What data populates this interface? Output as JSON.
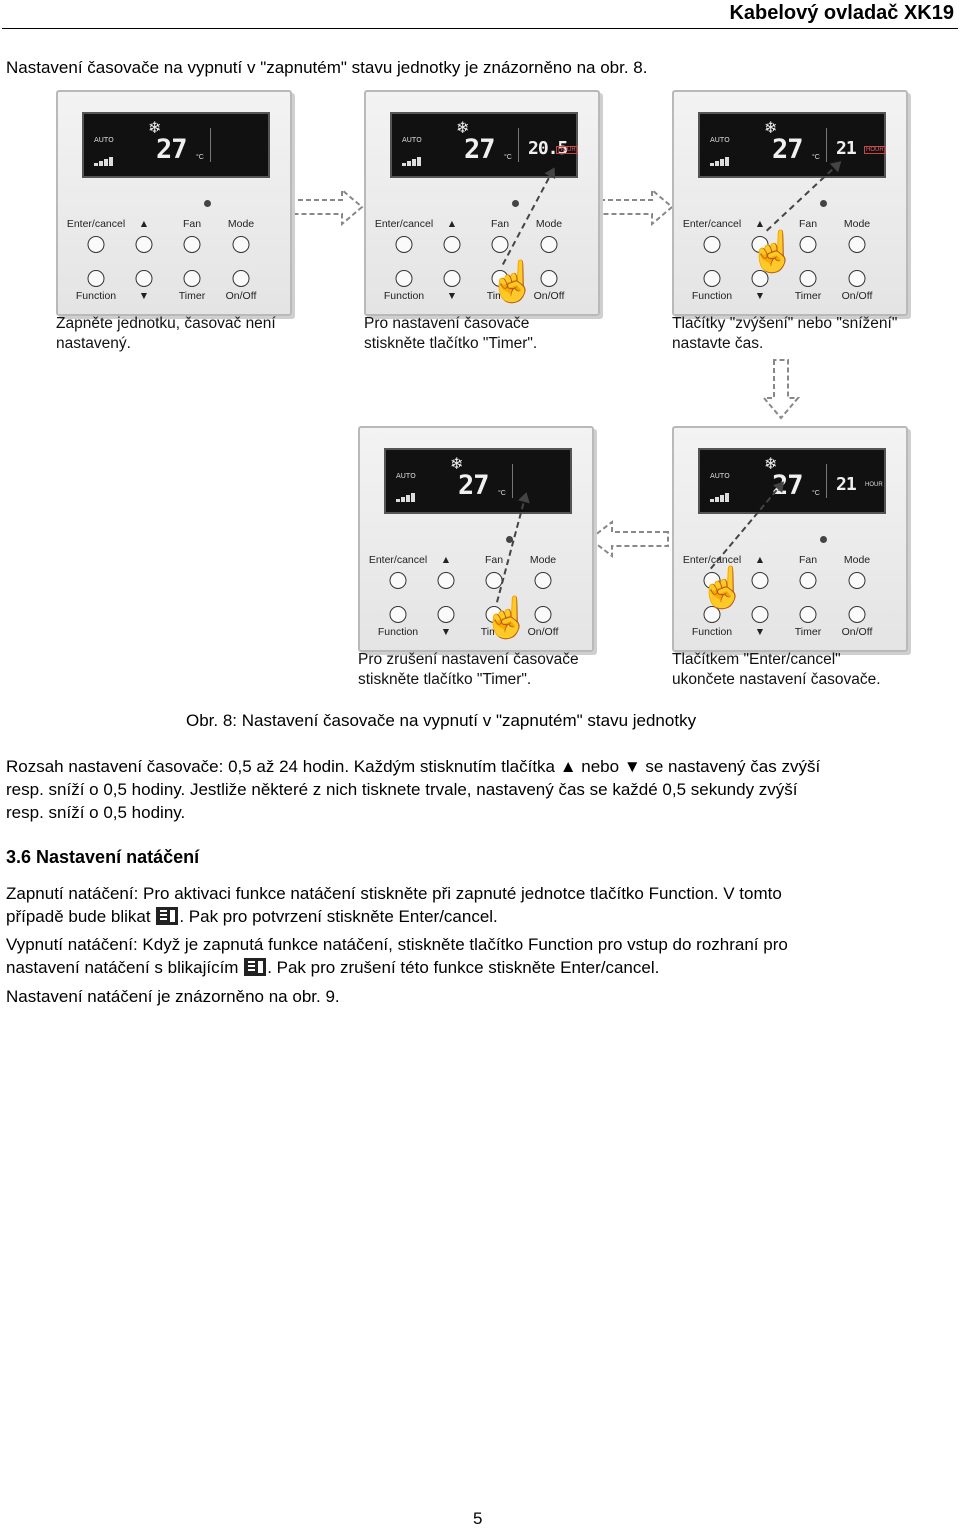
{
  "header": {
    "title": "Kabelový ovladač XK19"
  },
  "intro": "Nastavení časovače na vypnutí v \"zapnutém\" stavu jednotky je znázorněno na obr. 8.",
  "panel_labels": {
    "enter_cancel": "Enter/cancel",
    "up": "▲",
    "fan": "Fan",
    "mode": "Mode",
    "function": "Function",
    "down": "▼",
    "timer": "Timer",
    "on_off": "On/Off"
  },
  "display": {
    "auto": "AUTO",
    "temperature": "27",
    "unit": "°C",
    "hour": "HOUR"
  },
  "panels": [
    {
      "timer_value": "",
      "show_hour": false,
      "caption_line1": "Zapněte jednotku, časovač není",
      "caption_line2": "nastavený."
    },
    {
      "timer_value": "20.5",
      "show_hour": true,
      "caption_line1": "Pro nastavení časovače",
      "caption_line2": "stiskněte tlačítko \"Timer\"."
    },
    {
      "timer_value": "21",
      "show_hour": true,
      "caption_line1": "Tlačítky \"zvýšení\" nebo \"snížení\"",
      "caption_line2": "nastavte čas."
    },
    {
      "timer_value": "",
      "show_hour": false,
      "caption_line1": "Pro zrušení nastavení časovače",
      "caption_line2": "stiskněte tlačítko \"Timer\"."
    },
    {
      "timer_value": "21",
      "show_hour": true,
      "caption_line1": "Tlačítkem \"Enter/cancel\"",
      "caption_line2": "ukončete nastavení časovače."
    }
  ],
  "figure_caption": "Obr. 8: Nastavení časovače na vypnutí v \"zapnutém\" stavu jednotky",
  "range_text": {
    "line1": "Rozsah nastavení časovače: 0,5 až 24 hodin. Každým stisknutím tlačítka ▲ nebo ▼ se nastavený čas zvýší",
    "line2": "resp. sníží o 0,5 hodiny. Jestliže některé z nich tisknete trvale, nastavený čas se každé 0,5 sekundy zvýší",
    "line3": "resp. sníží o 0,5 hodiny."
  },
  "section": {
    "title": "3.6 Nastavení natáčení",
    "p1_line1": "Zapnutí natáčení: Pro aktivaci funkce natáčení stiskněte při zapnuté jednotce tlačítko Function. V tomto",
    "p1_line2a": "případě bude blikat ",
    "p1_line2b": ". Pak pro potvrzení stiskněte Enter/cancel.",
    "p2_line1": "Vypnutí natáčení: Když je zapnutá funkce natáčení, stiskněte tlačítko Function pro vstup do rozhraní pro",
    "p2_line2a": "nastavení natáčení s blikajícím ",
    "p2_line2b": ". Pak pro zrušení této funkce stiskněte Enter/cancel.",
    "p3": "Nastavení natáčení je znázorněno na obr. 9."
  },
  "icons": {
    "swing": "swing-icon",
    "hand": "hand-pointer-icon",
    "arrow": "hollow-arrow-icon",
    "snowflake": "snowflake-icon"
  },
  "page_number": "5"
}
